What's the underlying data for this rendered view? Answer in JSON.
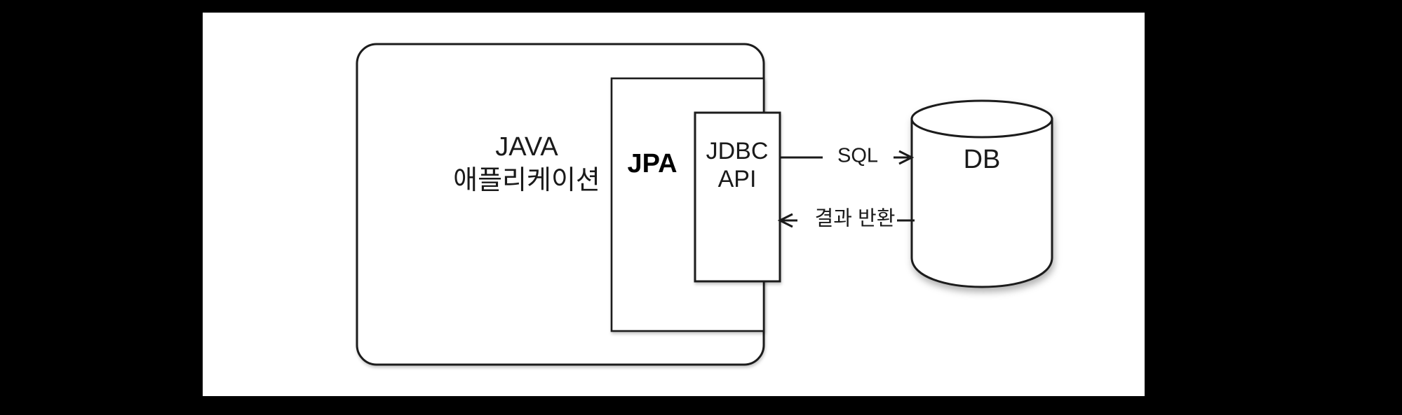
{
  "canvas": {
    "background_color": "#ffffff",
    "page_background_color": "#000000",
    "stroke_color": "#1a1a1a",
    "text_color": "#1a1a1a"
  },
  "diagram": {
    "title": "JPA / JDBC API / DB architecture",
    "nodes": {
      "application": {
        "line1": "JAVA",
        "line2": "애플리케이션",
        "shape": "rounded-rectangle"
      },
      "jpa": {
        "label": "JPA",
        "shape": "rectangle",
        "bold": true
      },
      "jdbc": {
        "line1": "JDBC",
        "line2": "API",
        "shape": "rectangle"
      },
      "database": {
        "label": "DB",
        "shape": "cylinder"
      }
    },
    "edges": [
      {
        "id": "sql-request",
        "label": "SQL",
        "from": "jdbc",
        "to": "database",
        "direction": "right",
        "arrow": "→"
      },
      {
        "id": "result-return",
        "label": "결과 반환",
        "from": "database",
        "to": "jdbc",
        "direction": "left",
        "arrow": "←"
      }
    ]
  }
}
